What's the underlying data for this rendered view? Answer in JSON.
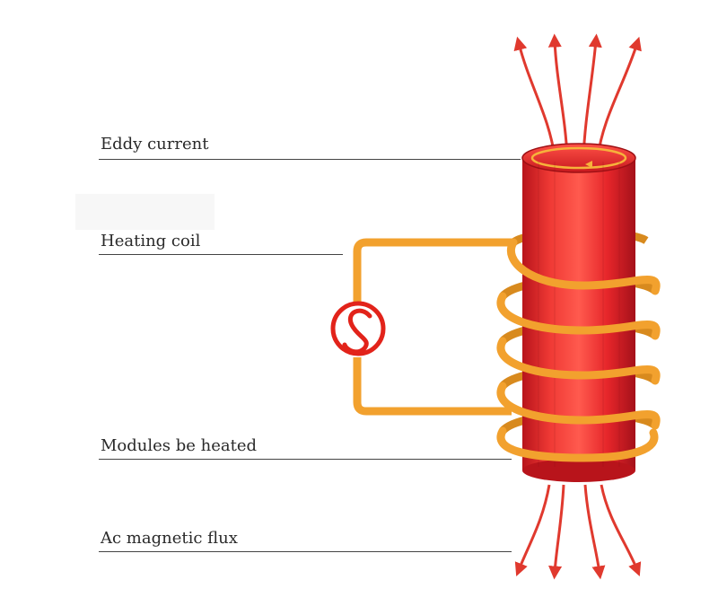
{
  "labels": {
    "eddy_current": "Eddy current",
    "heating_coil": "Heating coil",
    "modules_heated": "Modules be heated",
    "ac_magnetic_flux": "Ac magnetic flux"
  },
  "colors": {
    "workpiece_red": "#e8262a",
    "coil_orange": "#f2a12e",
    "flux_arrow_red": "#e0392e",
    "ac_source_red": "#e2231a",
    "label_text": "#2a2a2a"
  },
  "icons": {
    "ac_source": "ac-sine-source-icon",
    "flux_arrows": "arrow-icon"
  }
}
